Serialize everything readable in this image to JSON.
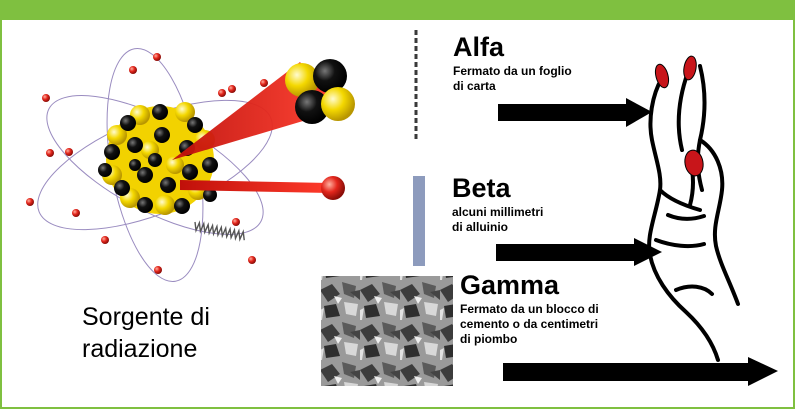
{
  "source": {
    "label": "Sorgente di\nradiazione"
  },
  "radiations": [
    {
      "title": "Alfa",
      "description": "Fermato da un foglio\ndi carta"
    },
    {
      "title": "Beta",
      "description": "alcuni millimetri\ndi alluinio"
    },
    {
      "title": "Gamma",
      "description": "Fermato da un blocco di\ncemento o da centimetri\ndi piombo"
    }
  ],
  "colors": {
    "frame": "#7fc040",
    "alpha_ray": "#e0201a",
    "proton": "#000000",
    "neutron": "#f2d200",
    "paper": "#3a3a3a",
    "aluminium": "#8d9bbd",
    "arrow": "#000000",
    "nail": "#c8151a"
  }
}
